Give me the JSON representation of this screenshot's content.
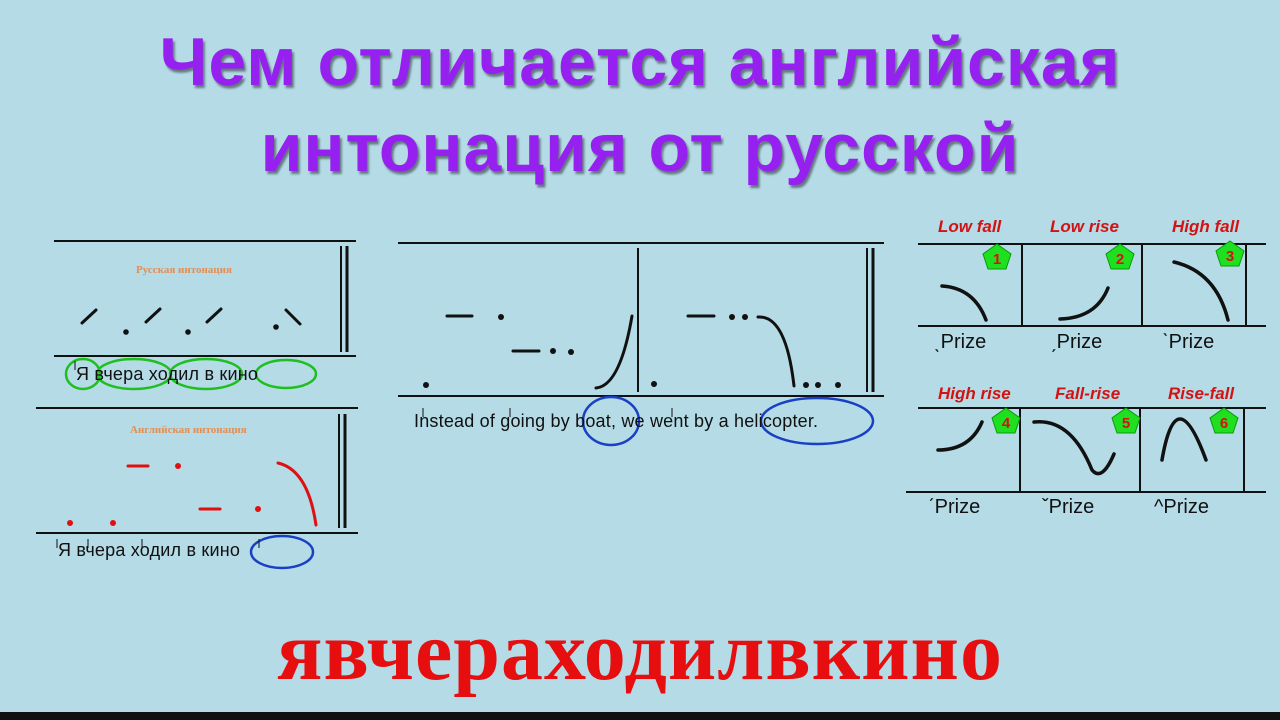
{
  "title": {
    "line1": "Чем отличается английская",
    "line2": "интонация от русской"
  },
  "russian_panel": {
    "title": "Русская интонация",
    "sentence": "Я вчера ходил в кино"
  },
  "english_panel": {
    "title": "Английская интонация",
    "sentence": "Я вчера ходил в кино"
  },
  "example": {
    "sentence": "Instead of going by boat, we went by a helicopter."
  },
  "tones": [
    {
      "name": "Low fall",
      "number": "1",
      "word": "Prize",
      "mark": "ˎ"
    },
    {
      "name": "Low rise",
      "number": "2",
      "word": "Prize",
      "mark": "ˏ"
    },
    {
      "name": "High fall",
      "number": "3",
      "word": "Prize",
      "mark": "ˋ"
    },
    {
      "name": "High rise",
      "number": "4",
      "word": "Prize",
      "mark": "ˊ"
    },
    {
      "name": "Fall-rise",
      "number": "5",
      "word": "Prize",
      "mark": "ˇ"
    },
    {
      "name": "Rise-fall",
      "number": "6",
      "word": "Prize",
      "mark": "^"
    }
  ],
  "bottom_word": "явчераходилвкино",
  "colors": {
    "background": "#b4dbe6",
    "title": "#9520f0",
    "bottom_word": "#e60e0e",
    "tone_label": "#d31313",
    "badge": "#1ee01e",
    "green_circle": "#1fbf1f",
    "blue_circle": "#1a3fc4",
    "english_curve": "#e01010"
  }
}
